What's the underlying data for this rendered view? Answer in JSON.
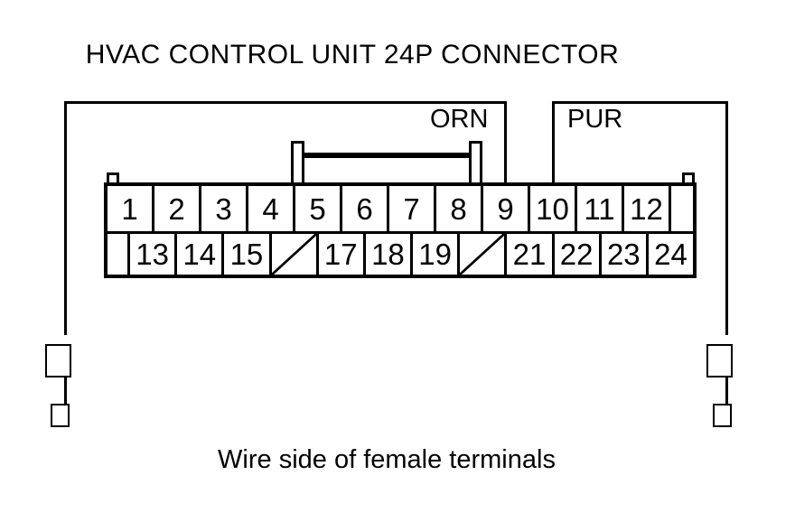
{
  "title": "HVAC CONTROL UNIT 24P CONNECTOR",
  "caption": "Wire side of female terminals",
  "wires": {
    "orn": {
      "label": "ORN",
      "pin": "9"
    },
    "pur": {
      "label": "PUR",
      "pin": "10"
    }
  },
  "connector": {
    "type": "24P",
    "pins": {
      "top": [
        "1",
        "2",
        "3",
        "4",
        "5",
        "6",
        "7",
        "8",
        "9",
        "10",
        "11",
        "12"
      ],
      "bottom": [
        "13",
        "14",
        "15",
        null,
        "17",
        "18",
        "19",
        null,
        "21",
        "22",
        "23",
        "24"
      ]
    },
    "missing_pins": [
      "16",
      "20"
    ]
  },
  "colors": {
    "foreground": "#000000",
    "background": "#ffffff"
  }
}
